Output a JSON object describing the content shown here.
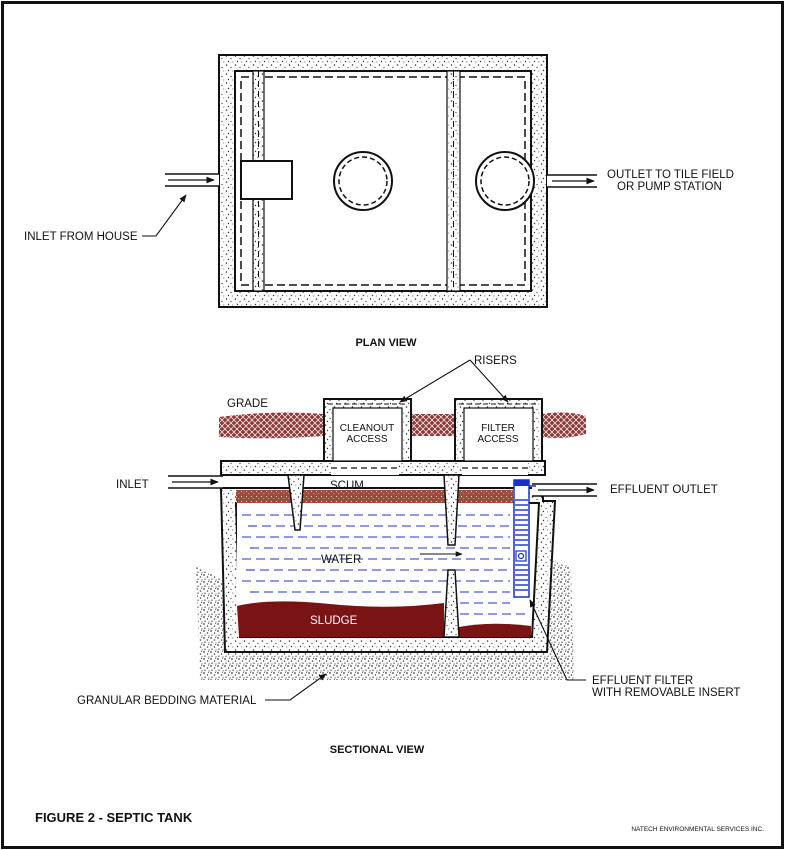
{
  "colors": {
    "line": "#111111",
    "concrete_speckle": "#333333",
    "soil": "#8b3a3a",
    "scum": "#9b4a3a",
    "sludge": "#7a1414",
    "water_dash": "#2233cc",
    "filter": "#1a2fd0"
  },
  "plan": {
    "title": "PLAN VIEW",
    "inlet_label": "INLET FROM HOUSE",
    "outlet_label_line1": "OUTLET TO TILE FIELD",
    "outlet_label_line2": "OR PUMP STATION"
  },
  "section": {
    "title": "SECTIONAL VIEW",
    "risers": "RISERS",
    "grade": "GRADE",
    "cleanout_line1": "CLEANOUT",
    "cleanout_line2": "ACCESS",
    "filter_line1": "FILTER",
    "filter_line2": "ACCESS",
    "inlet": "INLET",
    "scum": "SCUM",
    "water": "WATER",
    "sludge": "SLUDGE",
    "effluent_outlet": "EFFLUENT OUTLET",
    "filter_label_line1": "EFFLUENT FILTER",
    "filter_label_line2": "WITH REMOVABLE INSERT",
    "bedding": "GRANULAR BEDDING MATERIAL"
  },
  "figure_title": "FIGURE 2 - SEPTIC TANK",
  "credit": "NATECH ENVIRONMENTAL SERVICES INC."
}
